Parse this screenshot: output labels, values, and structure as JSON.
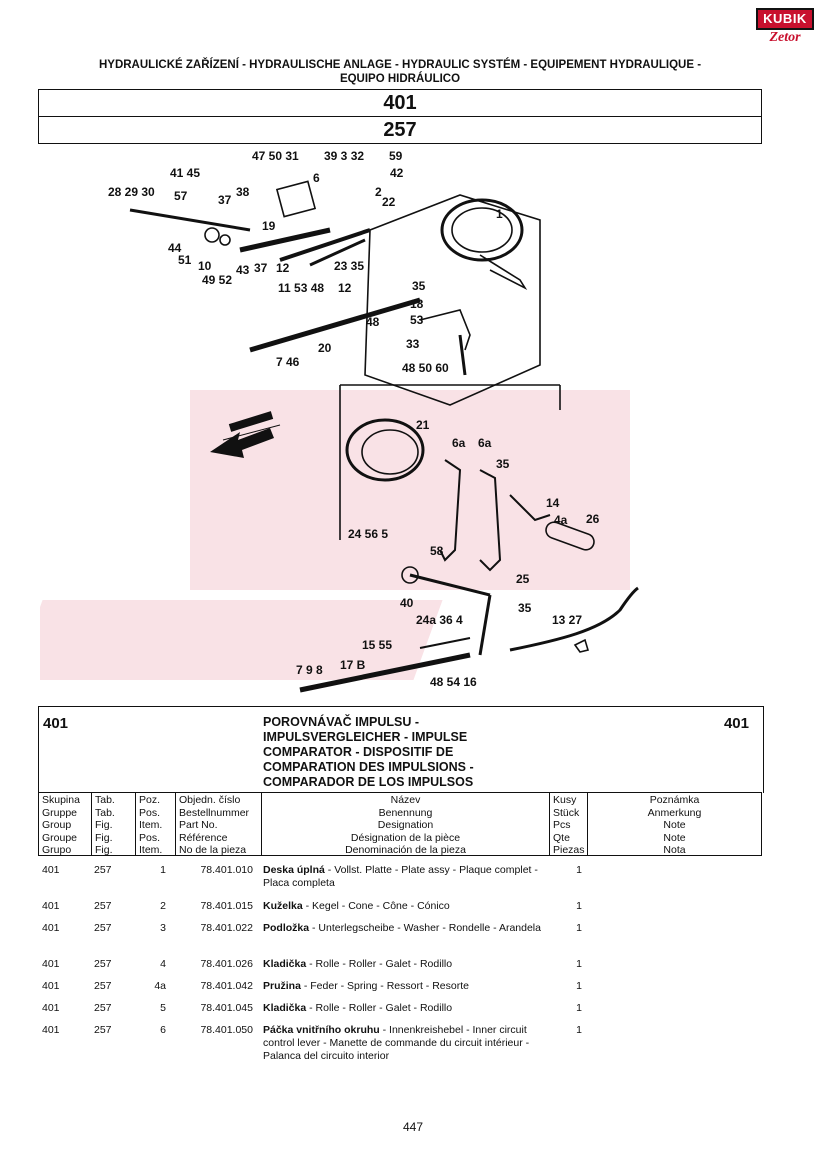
{
  "logo": {
    "brand_top": "KUBIK",
    "brand_bottom": "Zetor"
  },
  "header": {
    "title_line1": "HYDRAULICKÉ ZAŘÍZENÍ - HYDRAULISCHE ANLAGE - HYDRAULIC SYSTÉM - EQUIPEMENT HYDRAULIQUE -",
    "title_line2": "EQUIPO HIDRÁULICO",
    "group_no": "401",
    "table_no": "257"
  },
  "diagram": {
    "callouts_upper": [
      "47 50 31",
      "39 3 32",
      "59",
      "41 45",
      "42",
      "28 29 30",
      "57",
      "6",
      "2",
      "38",
      "37",
      "22",
      "1",
      "19",
      "44",
      "51",
      "10",
      "43",
      "37",
      "12",
      "49 52",
      "11 53 48",
      "12",
      "23 35",
      "35",
      "18",
      "48",
      "53",
      "20",
      "33",
      "7 46",
      "48 50 60"
    ],
    "callouts_lower": [
      "21",
      "6a",
      "6a",
      "35",
      "14",
      "4a",
      "26",
      "24 56 5",
      "58",
      "25",
      "40",
      "24a 36 4",
      "35",
      "13 27",
      "15 55",
      "7 9 8",
      "17 B",
      "48 54 16"
    ]
  },
  "info": {
    "group_left": "401",
    "group_right": "401",
    "desc_lines": [
      "POROVNÁVAČ IMPULSU -",
      "IMPULSVERGLEICHER - IMPULSE",
      "COMPARATOR - DISPOSITIF DE",
      "COMPARATION DES IMPULSIONS -",
      "COMPARADOR DE LOS IMPULSOS"
    ]
  },
  "columns": {
    "group": [
      "Skupina",
      "Gruppe",
      "Group",
      "Groupe",
      "Grupo"
    ],
    "tab": [
      "Tab.",
      "Tab.",
      "Fig.",
      "Fig.",
      "Fig."
    ],
    "pos": [
      "Poz.",
      "Pos.",
      "Item.",
      "Pos.",
      "Item."
    ],
    "part": [
      "Objedn. číslo",
      "Bestellnummer",
      "Part No.",
      "Référence",
      "No de la pieza"
    ],
    "name": [
      "Název",
      "Benennung",
      "Designation",
      "Désignation de la pièce",
      "Denominación de la pieza"
    ],
    "qty": [
      "Kusy",
      "Stück",
      "Pcs",
      "Qte",
      "Piezas"
    ],
    "note": [
      "Poznámka",
      "Anmerkung",
      "Note",
      "Note",
      "Nota"
    ]
  },
  "rows": [
    {
      "group": "401",
      "tab": "257",
      "pos": "1",
      "part": "78.401.010",
      "name_bold": "Deska úplná",
      "name_rest": " - Vollst. Platte - Plate assy - Plaque complet - Placa completa",
      "qty": "1"
    },
    {
      "group": "401",
      "tab": "257",
      "pos": "2",
      "part": "78.401.015",
      "name_bold": "Kuželka",
      "name_rest": " - Kegel - Cone - Cône - Cónico",
      "qty": "1"
    },
    {
      "group": "401",
      "tab": "257",
      "pos": "3",
      "part": "78.401.022",
      "name_bold": "Podložka",
      "name_rest": " - Unterlegscheibe - Washer - Rondelle - Arandela",
      "qty": "1"
    },
    {
      "group": "401",
      "tab": "257",
      "pos": "4",
      "part": "78.401.026",
      "name_bold": "Kladička",
      "name_rest": " - Rolle - Roller - Galet - Rodillo",
      "qty": "1"
    },
    {
      "group": "401",
      "tab": "257",
      "pos": "4a",
      "part": "78.401.042",
      "name_bold": "Pružina",
      "name_rest": " - Feder - Spring - Ressort - Resorte",
      "qty": "1"
    },
    {
      "group": "401",
      "tab": "257",
      "pos": "5",
      "part": "78.401.045",
      "name_bold": "Kladička",
      "name_rest": " - Rolle - Roller - Galet - Rodillo",
      "qty": "1"
    },
    {
      "group": "401",
      "tab": "257",
      "pos": "6",
      "part": "78.401.050",
      "name_bold": "Páčka vnitřního okruhu",
      "name_rest": " - Innenkreishebel - Inner circuit control lever - Manette de commande du circuit intérieur - Palanca del circuito interior",
      "qty": "1"
    }
  ],
  "footer": {
    "page_number": "447"
  }
}
